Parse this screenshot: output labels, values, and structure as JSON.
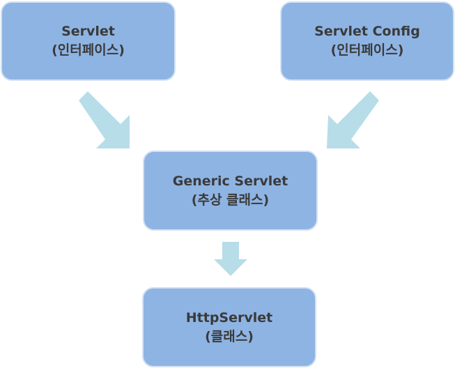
{
  "nodes": {
    "servlet": {
      "title": "Servlet",
      "subtitle": "(인터페이스)"
    },
    "servlet_config": {
      "title": "Servlet Config",
      "subtitle": "(인터페이스)"
    },
    "generic_servlet": {
      "title": "Generic Servlet",
      "subtitle": "(추상 클래스)"
    },
    "http_servlet": {
      "title": "HttpServlet",
      "subtitle": "(클래스)"
    }
  },
  "colors": {
    "box_fill": "#8EB4E3",
    "box_border": "#D3E1F3",
    "arrow": "#B7DDE8",
    "text": "#3A3A3A"
  },
  "edges": [
    {
      "from": "servlet",
      "to": "generic_servlet"
    },
    {
      "from": "servlet_config",
      "to": "generic_servlet"
    },
    {
      "from": "generic_servlet",
      "to": "http_servlet"
    }
  ]
}
